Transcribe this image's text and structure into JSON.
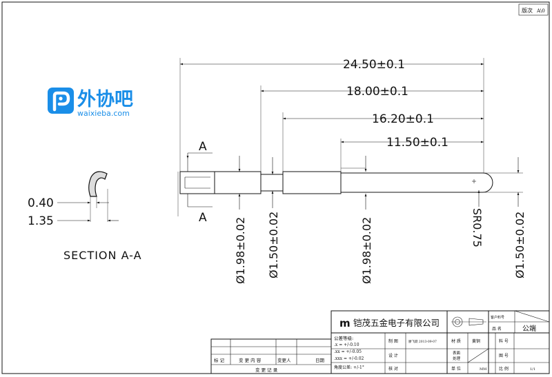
{
  "revision": {
    "label": "版次",
    "value": "A\\0"
  },
  "logo": {
    "brand": "外协吧",
    "url": "waixieba.com",
    "accent": "#1a8ee8"
  },
  "dims": {
    "d1": "24.50±0.1",
    "d2": "18.00±0.1",
    "d3": "16.20±0.1",
    "d4": "11.50±0.1",
    "dia1": "Ø1.98±0.02",
    "dia2": "Ø1.50±0.02",
    "dia3": "Ø1.98±0.02",
    "radius": "SR0.75",
    "dia4": "Ø1.50±0.02",
    "section_letter": "A",
    "sec_d1": "0.40",
    "sec_d2": "1.35"
  },
  "section_title": "SECTION A-A",
  "title_block": {
    "company_mark": "m",
    "company": "铠茂五金电子有限公司",
    "customer_part_label": "客户料号",
    "product_name_label": "品 名",
    "product_name": "公端",
    "tolerance_title": "公差等级:",
    "tol_x": ".x   =   +/-0.10",
    "tol_xx": ".xx  =   +/-0.05",
    "tol_xxx": ".xxx =   +/-0.02",
    "tol_angle": "角度公差: +/-1°",
    "drawn_label": "制 图",
    "drawn_value": "廖飞跃 2013-09-07",
    "design_label": "设 计",
    "check_label": "核 对",
    "material_label": "材 质",
    "material_value": "黄铜",
    "surface_label": "表面",
    "surface_label2": "处理",
    "unit_label": "单 位",
    "unit_value": "MM",
    "partno_label": "料 号",
    "drawing_no_label": "图 号",
    "scale_label": "比 例",
    "scale_value": "1/1"
  },
  "revision_block": {
    "mark_label": "标 记",
    "content_label": "变 更 内 容",
    "person_label": "变更人",
    "date_label": "日期",
    "record_label": "变 更 记 录"
  }
}
